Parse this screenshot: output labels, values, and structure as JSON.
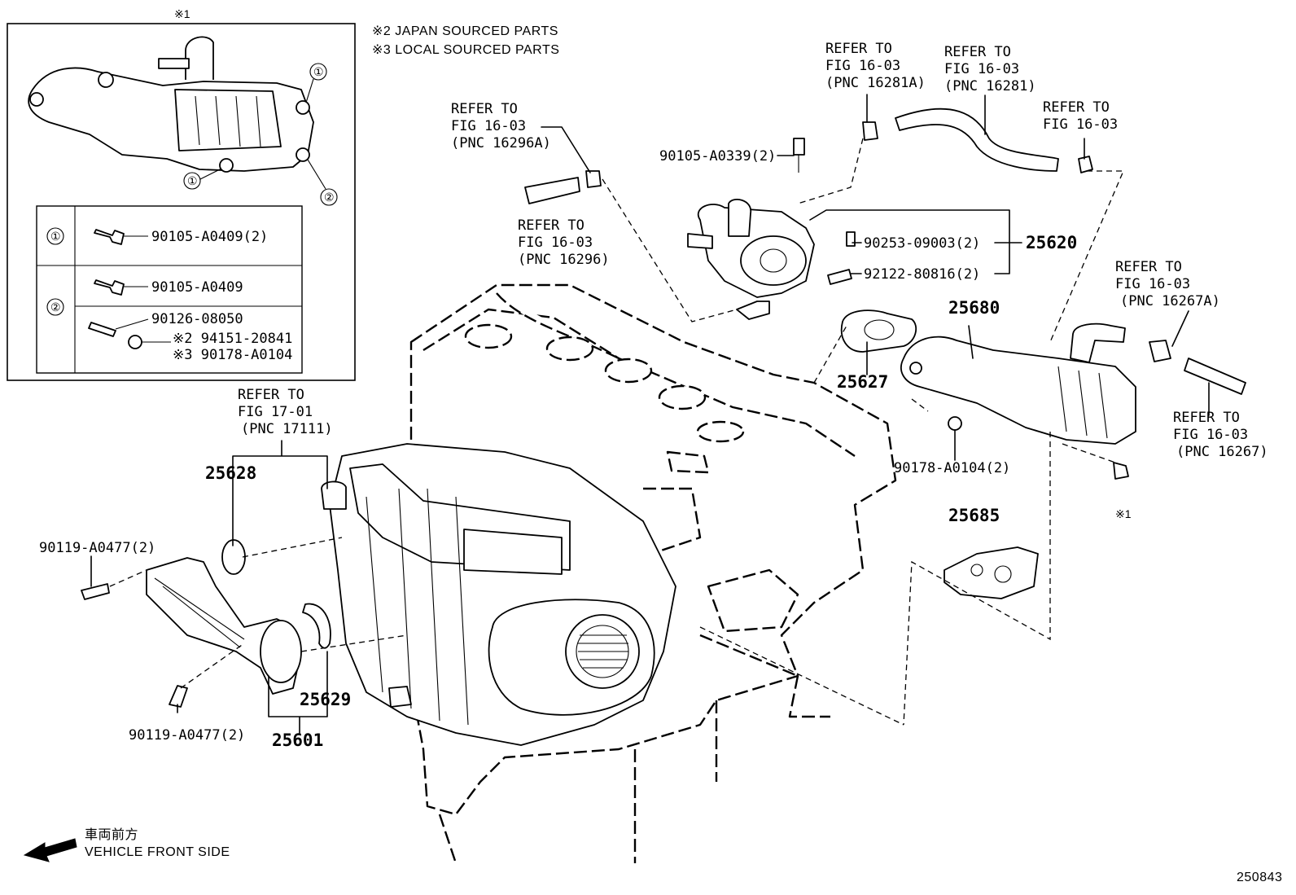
{
  "diagram": {
    "inset_title": "※1",
    "notes": [
      "※2 JAPAN SOURCED PARTS",
      "※3 LOCAL SOURCED PARTS"
    ],
    "inset_table": {
      "rows": [
        {
          "key": "①",
          "parts": [
            "90105-A0409(2)"
          ]
        },
        {
          "key": "②",
          "parts": [
            "90105-A0409",
            "90126-08050",
            "※2 94151-20841",
            "※3 90178-A0104"
          ]
        }
      ],
      "callout_1": "①",
      "callout_2": "②"
    },
    "refs": {
      "r16281A": [
        "REFER TO",
        "FIG 16-03",
        "(PNC 16281A)"
      ],
      "r16281": [
        "REFER TO",
        "FIG 16-03",
        "(PNC 16281)"
      ],
      "r16296A": [
        "REFER TO",
        "FIG 16-03",
        "(PNC 16296A)"
      ],
      "r16296": [
        "REFER TO",
        "FIG 16-03",
        "(PNC 16296)"
      ],
      "r1603": [
        "REFER TO",
        "FIG 16-03"
      ],
      "r16267A": [
        "REFER TO",
        "FIG 16-03",
        "(PNC 16267A)"
      ],
      "r16267": [
        "REFER TO",
        "FIG 16-03",
        "(PNC 16267)"
      ],
      "r17111": [
        "REFER TO",
        "FIG 17-01",
        "(PNC 17111)"
      ]
    },
    "parts": {
      "p90105_0339": "90105-A0339(2)",
      "p90253": "90253-09003(2)",
      "p92122": "92122-80816(2)",
      "p25620": "25620",
      "p25680": "25680",
      "p25627": "25627",
      "p90178": "90178-A0104(2)",
      "p25685": "25685",
      "mark1": "※1",
      "p25628": "25628",
      "p90119_a": "90119-A0477(2)",
      "p90119_b": "90119-A0477(2)",
      "p25629": "25629",
      "p25601": "25601"
    },
    "direction": {
      "japanese": "車両前方",
      "english": "VEHICLE FRONT SIDE"
    },
    "diagram_id": "250843"
  }
}
